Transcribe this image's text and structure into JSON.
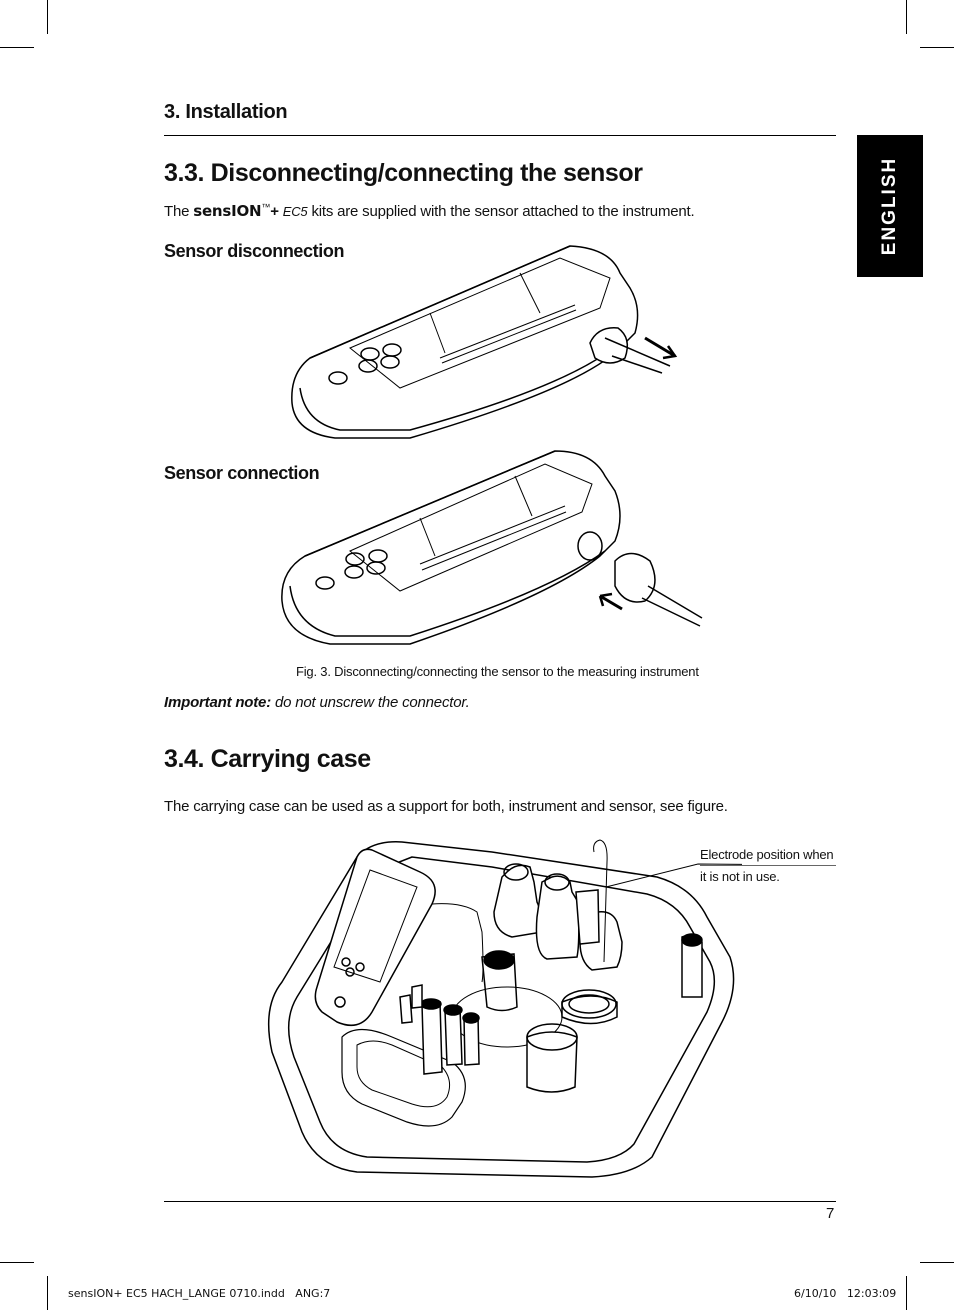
{
  "header": {
    "section": "3. Installation"
  },
  "side_tab": {
    "label": "ENGLISH"
  },
  "section_33": {
    "title": "3.3. Disconnecting/connecting the sensor",
    "intro_prefix": "The",
    "brand": "sensION",
    "tm": "™",
    "plus": "+",
    "model": "EC5",
    "intro_suffix": "kits are supplied with the sensor attached to the instrument.",
    "sub_disconnect": "Sensor disconnection",
    "sub_connect": "Sensor connection",
    "figure_caption": "Fig. 3. Disconnecting/connecting the sensor to the measuring instrument",
    "note_label": "Important note:",
    "note_text": "do not unscrew the connector."
  },
  "section_34": {
    "title": "3.4. Carrying case",
    "text": "The carrying case can be used as a support for both, instrument and sensor, see figure.",
    "callout_line1": "Electrode position when",
    "callout_line2": "it is not in use."
  },
  "footer": {
    "page_number": "7",
    "file_info": "sensION+ EC5 HACH_LANGE 0710.indd   ANG:7",
    "timestamp": "6/10/10   12:03:09"
  }
}
